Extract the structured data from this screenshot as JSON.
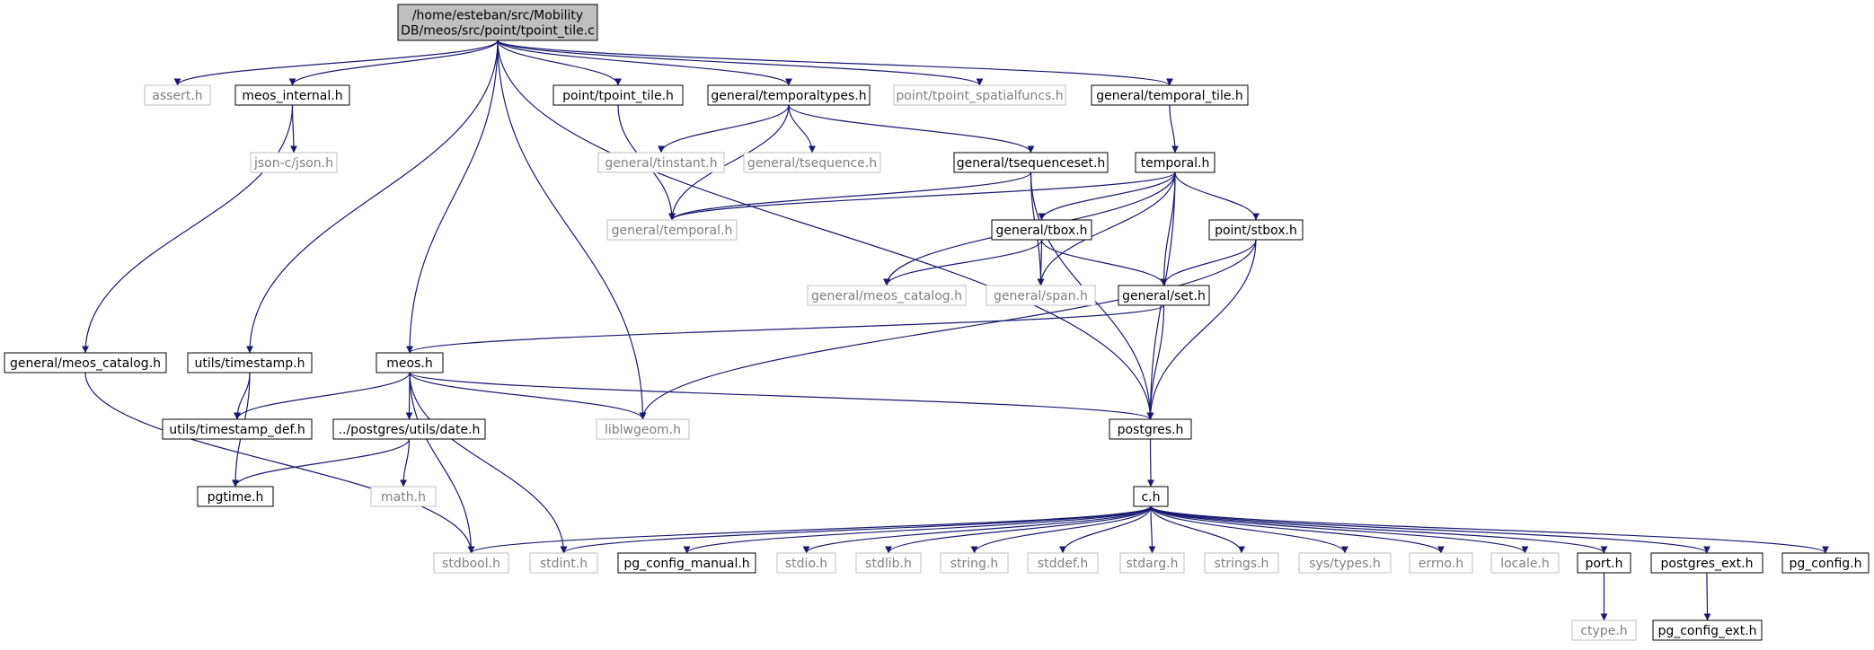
{
  "colors": {
    "edge": "#191970",
    "root_fill": "#bfbfbf",
    "node_fill": "#ffffff",
    "documented_border": "#000000",
    "external_border": "#bfbfbf",
    "external_text": "#7f7f7f",
    "text": "#000000"
  },
  "nodes": [
    {
      "id": "root",
      "label": "/home/esteban/src/Mobility\nDB/meos/src/point/tpoint_tile.c",
      "kind": "root"
    },
    {
      "id": "assert_h",
      "label": "assert.h",
      "kind": "external"
    },
    {
      "id": "meos_internal_h",
      "label": "meos_internal.h",
      "kind": "documented"
    },
    {
      "id": "point_tpoint_tile_h",
      "label": "point/tpoint_tile.h",
      "kind": "documented"
    },
    {
      "id": "general_temporaltypes_h",
      "label": "general/temporaltypes.h",
      "kind": "documented"
    },
    {
      "id": "point_tpoint_spatialfuncs_h",
      "label": "point/tpoint_spatialfuncs.h",
      "kind": "external"
    },
    {
      "id": "general_temporal_tile_h",
      "label": "general/temporal_tile.h",
      "kind": "documented"
    },
    {
      "id": "json_c_json_h",
      "label": "json-c/json.h",
      "kind": "external"
    },
    {
      "id": "general_tinstant_h",
      "label": "general/tinstant.h",
      "kind": "external"
    },
    {
      "id": "general_tsequence_h",
      "label": "general/tsequence.h",
      "kind": "external"
    },
    {
      "id": "general_tsequenceset_h",
      "label": "general/tsequenceset.h",
      "kind": "documented"
    },
    {
      "id": "temporal_h",
      "label": "temporal.h",
      "kind": "documented"
    },
    {
      "id": "general_temporal_h",
      "label": "general/temporal.h",
      "kind": "external"
    },
    {
      "id": "general_tbox_h",
      "label": "general/tbox.h",
      "kind": "documented"
    },
    {
      "id": "point_stbox_h",
      "label": "point/stbox.h",
      "kind": "documented"
    },
    {
      "id": "general_meos_catalog_h_ext",
      "label": "general/meos_catalog.h",
      "kind": "external"
    },
    {
      "id": "general_span_h",
      "label": "general/span.h",
      "kind": "external"
    },
    {
      "id": "general_set_h",
      "label": "general/set.h",
      "kind": "documented"
    },
    {
      "id": "general_meos_catalog_h",
      "label": "general/meos_catalog.h",
      "kind": "documented"
    },
    {
      "id": "utils_timestamp_h",
      "label": "utils/timestamp.h",
      "kind": "documented"
    },
    {
      "id": "meos_h",
      "label": "meos.h",
      "kind": "documented"
    },
    {
      "id": "utils_timestamp_def_h",
      "label": "utils/timestamp_def.h",
      "kind": "documented"
    },
    {
      "id": "postgres_utils_date_h",
      "label": "../postgres/utils/date.h",
      "kind": "documented"
    },
    {
      "id": "liblwgeom_h",
      "label": "liblwgeom.h",
      "kind": "external"
    },
    {
      "id": "postgres_h",
      "label": "postgres.h",
      "kind": "documented"
    },
    {
      "id": "math_h",
      "label": "math.h",
      "kind": "external"
    },
    {
      "id": "pgtime_h",
      "label": "pgtime.h",
      "kind": "documented"
    },
    {
      "id": "c_h",
      "label": "c.h",
      "kind": "documented"
    },
    {
      "id": "stdbool_h",
      "label": "stdbool.h",
      "kind": "external"
    },
    {
      "id": "stdint_h",
      "label": "stdint.h",
      "kind": "external"
    },
    {
      "id": "pg_config_manual_h",
      "label": "pg_config_manual.h",
      "kind": "documented"
    },
    {
      "id": "stdio_h",
      "label": "stdio.h",
      "kind": "external"
    },
    {
      "id": "stdlib_h",
      "label": "stdlib.h",
      "kind": "external"
    },
    {
      "id": "string_h",
      "label": "string.h",
      "kind": "external"
    },
    {
      "id": "stddef_h",
      "label": "stddef.h",
      "kind": "external"
    },
    {
      "id": "stdarg_h",
      "label": "stdarg.h",
      "kind": "external"
    },
    {
      "id": "strings_h",
      "label": "strings.h",
      "kind": "external"
    },
    {
      "id": "sys_types_h",
      "label": "sys/types.h",
      "kind": "external"
    },
    {
      "id": "errno_h",
      "label": "errno.h",
      "kind": "external"
    },
    {
      "id": "locale_h",
      "label": "locale.h",
      "kind": "external"
    },
    {
      "id": "port_h",
      "label": "port.h",
      "kind": "documented"
    },
    {
      "id": "postgres_ext_h",
      "label": "postgres_ext.h",
      "kind": "documented"
    },
    {
      "id": "pg_config_h",
      "label": "pg_config.h",
      "kind": "documented"
    },
    {
      "id": "ctype_h",
      "label": "ctype.h",
      "kind": "external"
    },
    {
      "id": "pg_config_ext_h",
      "label": "pg_config_ext.h",
      "kind": "documented"
    }
  ],
  "edges": [
    [
      "root",
      "assert_h"
    ],
    [
      "root",
      "meos_internal_h"
    ],
    [
      "root",
      "point_tpoint_tile_h"
    ],
    [
      "root",
      "general_temporaltypes_h"
    ],
    [
      "root",
      "point_tpoint_spatialfuncs_h"
    ],
    [
      "root",
      "general_temporal_tile_h"
    ],
    [
      "root",
      "utils_timestamp_h"
    ],
    [
      "root",
      "meos_h"
    ],
    [
      "root",
      "liblwgeom_h"
    ],
    [
      "root",
      "postgres_h"
    ],
    [
      "meos_internal_h",
      "json_c_json_h"
    ],
    [
      "meos_internal_h",
      "general_meos_catalog_h"
    ],
    [
      "point_tpoint_tile_h",
      "general_temporal_h"
    ],
    [
      "general_temporaltypes_h",
      "general_tinstant_h"
    ],
    [
      "general_temporaltypes_h",
      "general_tsequence_h"
    ],
    [
      "general_temporaltypes_h",
      "general_tsequenceset_h"
    ],
    [
      "general_temporaltypes_h",
      "general_temporal_h"
    ],
    [
      "general_temporal_tile_h",
      "temporal_h"
    ],
    [
      "general_tsequenceset_h",
      "general_temporal_h"
    ],
    [
      "general_tsequenceset_h",
      "general_span_h"
    ],
    [
      "general_tsequenceset_h",
      "postgres_h"
    ],
    [
      "temporal_h",
      "general_temporal_h"
    ],
    [
      "temporal_h",
      "general_tbox_h"
    ],
    [
      "temporal_h",
      "point_stbox_h"
    ],
    [
      "temporal_h",
      "general_meos_catalog_h_ext"
    ],
    [
      "temporal_h",
      "general_span_h"
    ],
    [
      "temporal_h",
      "general_set_h"
    ],
    [
      "temporal_h",
      "postgres_h"
    ],
    [
      "general_tbox_h",
      "general_meos_catalog_h_ext"
    ],
    [
      "general_tbox_h",
      "general_span_h"
    ],
    [
      "general_tbox_h",
      "general_set_h"
    ],
    [
      "point_stbox_h",
      "general_set_h"
    ],
    [
      "point_stbox_h",
      "liblwgeom_h"
    ],
    [
      "point_stbox_h",
      "postgres_h"
    ],
    [
      "general_set_h",
      "meos_h"
    ],
    [
      "general_set_h",
      "postgres_h"
    ],
    [
      "general_meos_catalog_h",
      "stdbool_h"
    ],
    [
      "utils_timestamp_h",
      "utils_timestamp_def_h"
    ],
    [
      "utils_timestamp_h",
      "pgtime_h"
    ],
    [
      "meos_h",
      "utils_timestamp_def_h"
    ],
    [
      "meos_h",
      "postgres_utils_date_h"
    ],
    [
      "meos_h",
      "liblwgeom_h"
    ],
    [
      "meos_h",
      "postgres_h"
    ],
    [
      "meos_h",
      "stdbool_h"
    ],
    [
      "meos_h",
      "stdint_h"
    ],
    [
      "postgres_utils_date_h",
      "pgtime_h"
    ],
    [
      "postgres_utils_date_h",
      "math_h"
    ],
    [
      "postgres_h",
      "c_h"
    ],
    [
      "c_h",
      "stdbool_h"
    ],
    [
      "c_h",
      "stdint_h"
    ],
    [
      "c_h",
      "pg_config_manual_h"
    ],
    [
      "c_h",
      "stdio_h"
    ],
    [
      "c_h",
      "stdlib_h"
    ],
    [
      "c_h",
      "string_h"
    ],
    [
      "c_h",
      "stddef_h"
    ],
    [
      "c_h",
      "stdarg_h"
    ],
    [
      "c_h",
      "strings_h"
    ],
    [
      "c_h",
      "sys_types_h"
    ],
    [
      "c_h",
      "errno_h"
    ],
    [
      "c_h",
      "locale_h"
    ],
    [
      "c_h",
      "port_h"
    ],
    [
      "c_h",
      "postgres_ext_h"
    ],
    [
      "c_h",
      "pg_config_h"
    ],
    [
      "port_h",
      "ctype_h"
    ],
    [
      "postgres_ext_h",
      "pg_config_ext_h"
    ]
  ]
}
